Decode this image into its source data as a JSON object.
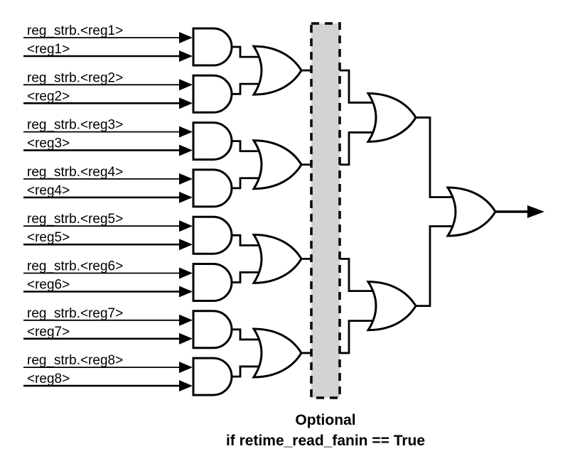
{
  "inputs": [
    {
      "strobe": "reg_strb.<reg1>",
      "reg": "<reg1>"
    },
    {
      "strobe": "reg_strb.<reg2>",
      "reg": "<reg2>"
    },
    {
      "strobe": "reg_strb.<reg3>",
      "reg": "<reg3>"
    },
    {
      "strobe": "reg_strb.<reg4>",
      "reg": "<reg4>"
    },
    {
      "strobe": "reg_strb.<reg5>",
      "reg": "<reg5>"
    },
    {
      "strobe": "reg_strb.<reg6>",
      "reg": "<reg6>"
    },
    {
      "strobe": "reg_strb.<reg7>",
      "reg": "<reg7>"
    },
    {
      "strobe": "reg_strb.<reg8>",
      "reg": "<reg8>"
    }
  ],
  "caption": {
    "line1": "Optional",
    "line2": "if retime_read_fanin == True"
  },
  "gates": {
    "stage1_type": "AND",
    "stage1_count": 8,
    "stage2_type": "OR",
    "stage2_count": 4,
    "stage3_type": "OR",
    "stage3_count": 2,
    "final_type": "OR",
    "final_count": 1
  },
  "colors": {
    "line": "#000000",
    "gate_fill": "#ffffff",
    "optional_box_fill": "#d3d3d3",
    "optional_box_border": "#000000",
    "background": "#ffffff"
  }
}
